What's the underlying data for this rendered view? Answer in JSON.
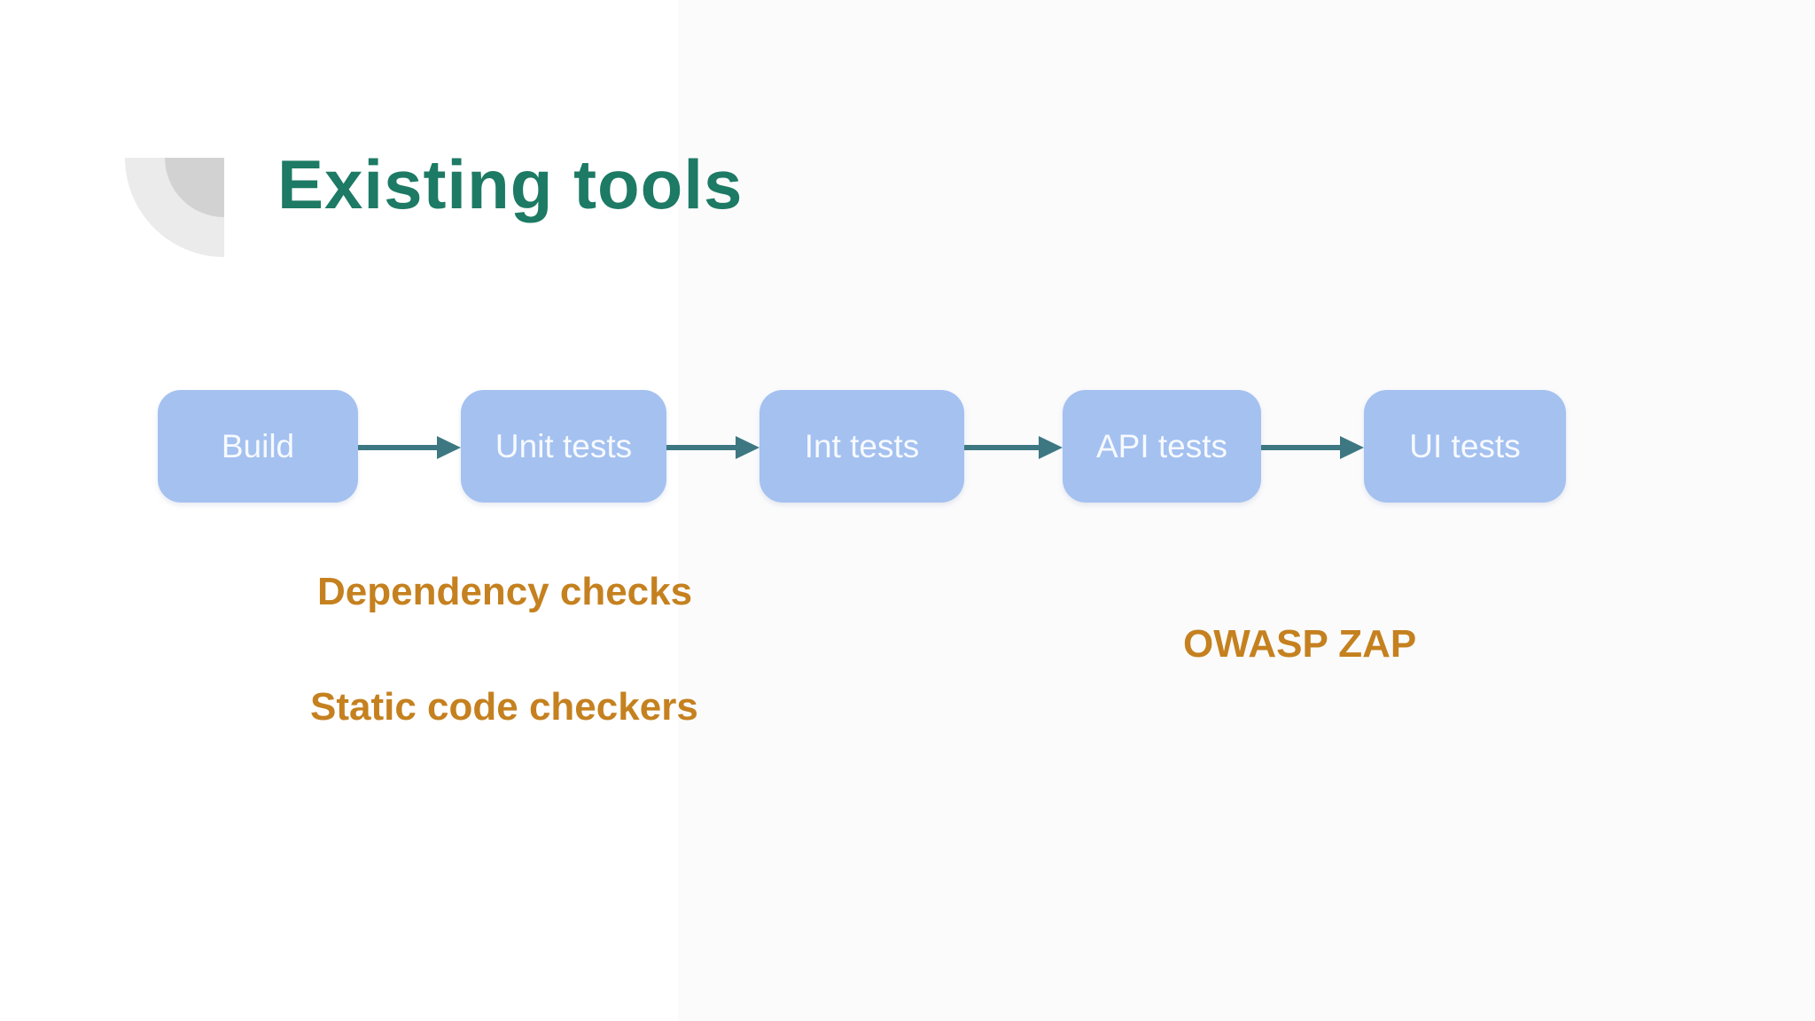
{
  "slide": {
    "title": "Existing tools"
  },
  "pipeline": {
    "steps": [
      {
        "label": "Build"
      },
      {
        "label": "Unit tests"
      },
      {
        "label": "Int tests"
      },
      {
        "label": "API tests"
      },
      {
        "label": "UI tests"
      }
    ]
  },
  "annotations": [
    {
      "text": "Dependency checks"
    },
    {
      "text": "Static code checkers"
    },
    {
      "text": "OWASP ZAP"
    }
  ],
  "colors": {
    "title": "#1d7a64",
    "annotation": "#c5811f",
    "box": "#a4c1f0",
    "box_text": "#f7faff",
    "arrow": "#3d7882",
    "decor_outer": "#ebebeb",
    "decor_inner": "#d2d2d2",
    "background": "#ffffff"
  }
}
